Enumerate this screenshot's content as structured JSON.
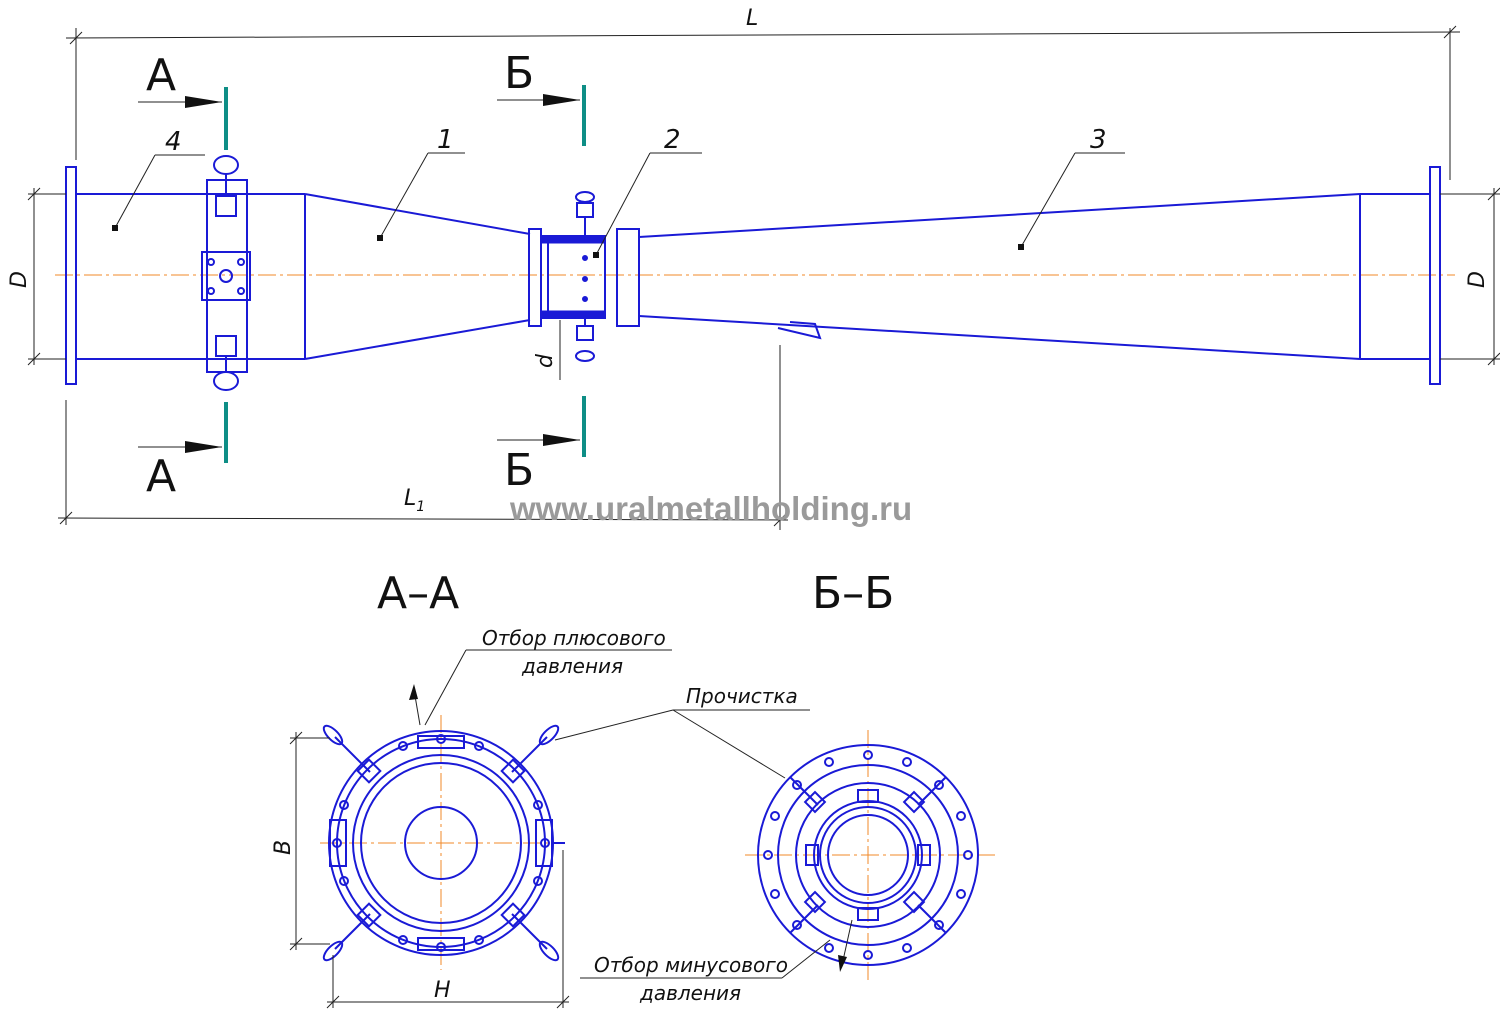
{
  "dimensions": {
    "overall_length": "L",
    "length_1": "L",
    "length_1_sub": "1",
    "diameter_left": "D",
    "diameter_right": "D",
    "throat_diameter": "d",
    "height": "B",
    "width": "H"
  },
  "section_marks": {
    "a_top": "А",
    "a_bottom": "А",
    "b_top": "Б",
    "b_bottom": "Б"
  },
  "callouts": [
    "1",
    "2",
    "3",
    "4"
  ],
  "watermark": "www.uralmetallholding.ru",
  "sections": {
    "a_title": "А–А",
    "b_title": "Б–Б"
  },
  "notes": {
    "plus_pressure_line1": "Отбор плюсового",
    "plus_pressure_line2": "давления",
    "cleaning": "Прочистка",
    "minus_pressure_line1": "Отбор минусового",
    "minus_pressure_line2": "давления"
  },
  "colors": {
    "outline": "#1a1ad6",
    "axis": "#f08a2a",
    "cut_line": "#0e8e86",
    "watermark": "#9a9a9a"
  }
}
